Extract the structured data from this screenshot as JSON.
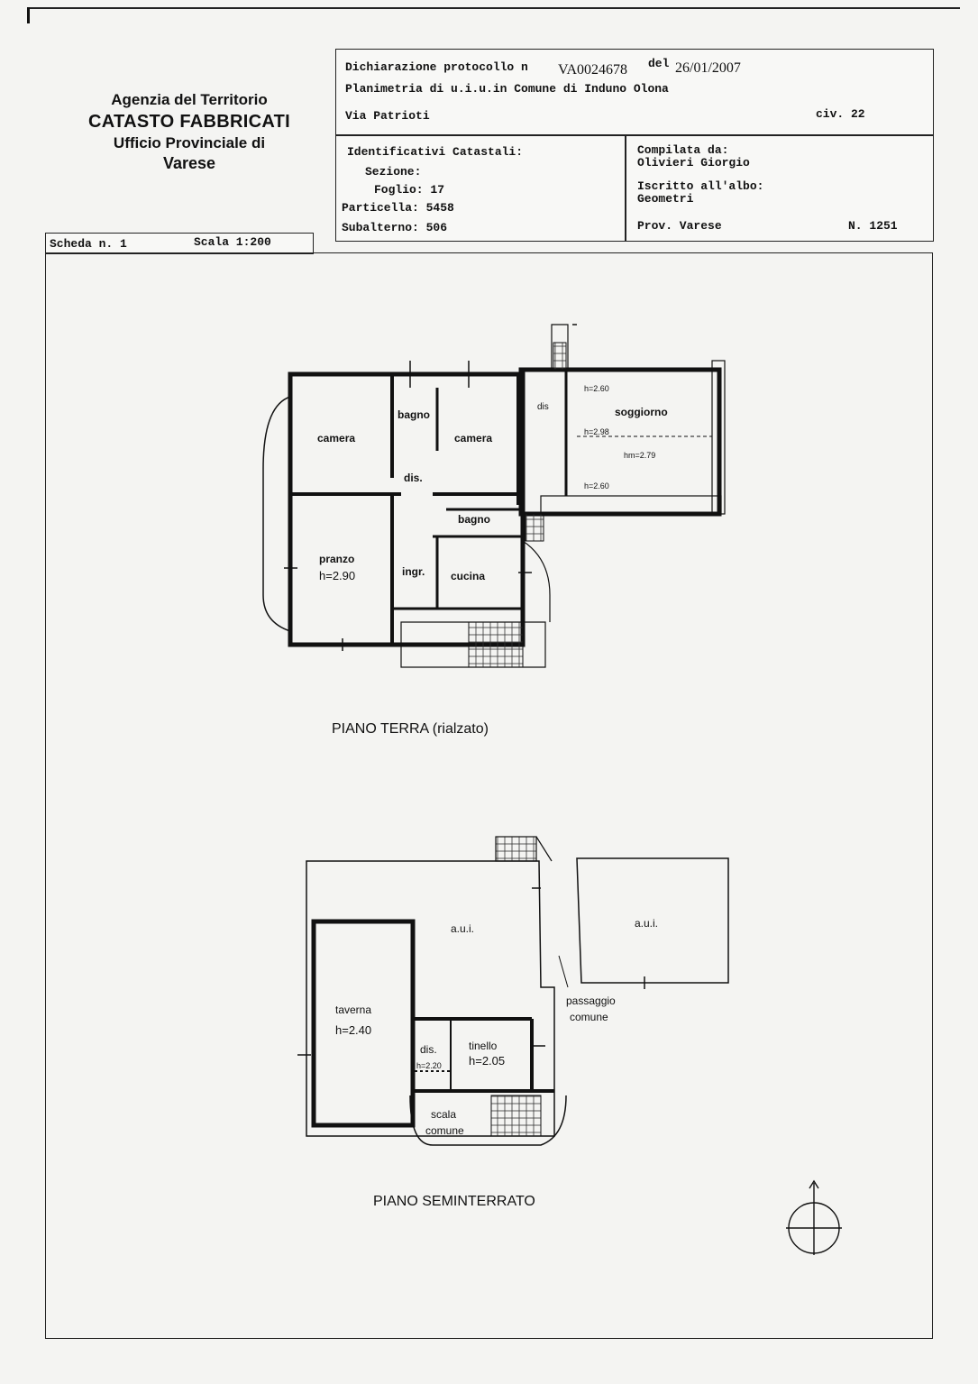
{
  "agency": {
    "name": "Agenzia del Territorio",
    "service": "CATASTO FABBRICATI",
    "office": "Ufficio Provinciale di",
    "city": "Varese"
  },
  "declaration": {
    "label": "Dichiarazione protocollo n",
    "number": "VA0024678",
    "date_label": "del",
    "date": "26/01/2007",
    "planimetry": "Planimetria di u.i.u.in Comune di Induno Olona",
    "street": "Via Patrioti",
    "civic": "civ. 22"
  },
  "identifiers": {
    "title": "Identificativi Catastali:",
    "sezione": "Sezione:",
    "foglio": "Foglio: 17",
    "particella": "Particella: 5458",
    "subalterno": "Subalterno: 506"
  },
  "compiler": {
    "label": "Compilata da:",
    "name": "Olivieri Giorgio",
    "albo_label": "Iscritto all'albo:",
    "albo": "Geometri",
    "prov": "Prov. Varese",
    "number": "N. 1251"
  },
  "sheet": {
    "scheda": "Scheda n. 1",
    "scala": "Scala 1:200"
  },
  "ground_floor": {
    "title": "PIANO TERRA (rialzato)",
    "rooms": {
      "camera1": "camera",
      "bagno1": "bagno",
      "camera2": "camera",
      "dis": "dis.",
      "dis_small": "dis",
      "soggiorno": "soggiorno",
      "h260a": "h=2.60",
      "h298": "h=2.98",
      "hm279": "hm=2.79",
      "h260b": "h=2.60",
      "bagno2": "bagno",
      "pranzo": "pranzo",
      "pranzo_h": "h=2.90",
      "ingr": "ingr.",
      "cucina": "cucina"
    }
  },
  "basement": {
    "title": "PIANO SEMINTERRATO",
    "rooms": {
      "aui1": "a.u.i.",
      "aui2": "a.u.i.",
      "passaggio1": "passaggio",
      "passaggio2": "comune",
      "taverna": "taverna",
      "taverna_h": "h=2.40",
      "dis": "dis.",
      "dis_h": "h=2.20",
      "tinello": "tinello",
      "tinello_h": "h=2.05",
      "scala1": "scala",
      "scala2": "comune"
    }
  },
  "colors": {
    "ink": "#111111",
    "paper": "#f4f4f2",
    "hatch": "#333333"
  },
  "icons": {
    "north": "north-arrow-icon"
  }
}
